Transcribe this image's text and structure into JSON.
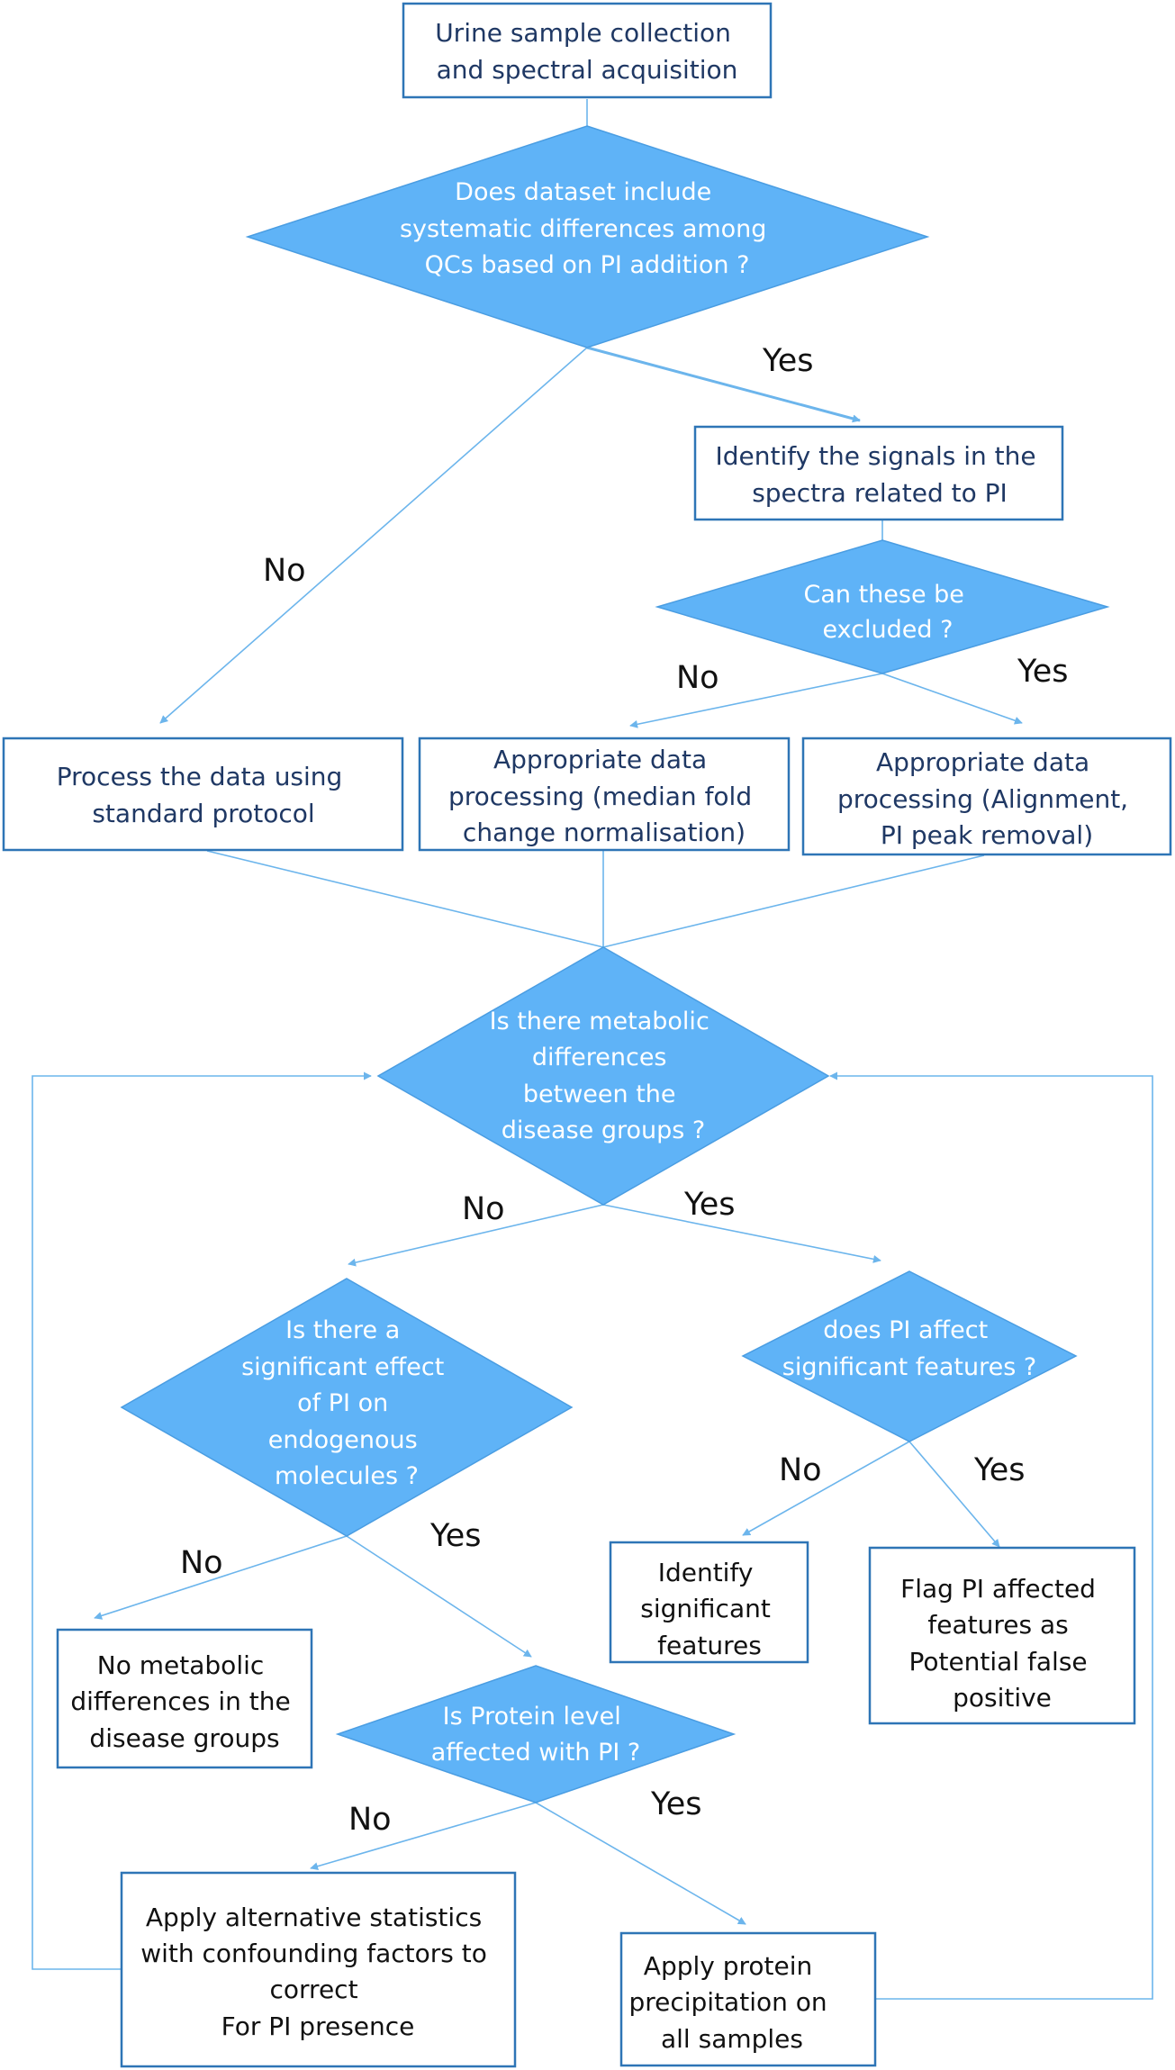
{
  "colors": {
    "box_border": "#2e75b6",
    "box_text": "#1f3864",
    "diamond_fill": "#5fb3f7",
    "connector": "#6cb5ec",
    "label": "#111111"
  },
  "nodes": {
    "start": [
      "Urine sample collection",
      "and spectral acquisition"
    ],
    "q1": [
      "Does dataset include",
      "systematic differences among",
      "QCs based on PI addition ?"
    ],
    "identify_pi": [
      "Identify the signals in the",
      "spectra related to PI"
    ],
    "q2": [
      "Can these be",
      "excluded ?"
    ],
    "standard": [
      "Process the data using",
      "standard protocol"
    ],
    "median_fold": [
      "Appropriate data",
      "processing (median fold",
      "change normalisation)"
    ],
    "alignment": [
      "Appropriate data",
      "processing (Alignment,",
      "PI peak removal)"
    ],
    "q3": [
      "Is there metabolic",
      "differences",
      "between the",
      "disease groups ?"
    ],
    "q4": [
      "Is there a",
      "significant effect",
      "of PI on",
      "endogenous",
      "molecules ?"
    ],
    "q5": [
      "does PI affect",
      "significant features ?"
    ],
    "identify_sig": [
      "Identify",
      "significant",
      "features"
    ],
    "flag": [
      "Flag PI affected",
      "features as",
      "Potential false",
      "positive"
    ],
    "no_diff": [
      "No metabolic",
      "differences in the",
      "disease groups"
    ],
    "q6": [
      "Is Protein level",
      "affected with PI ?"
    ],
    "alt_stats": [
      "Apply alternative statistics",
      "with confounding factors to",
      "correct",
      "For PI presence"
    ],
    "precip": [
      "Apply protein",
      "precipitation on",
      "all samples"
    ]
  },
  "labels": {
    "q1_yes": "Yes",
    "q1_no": "No",
    "q2_no": "No",
    "q2_yes": "Yes",
    "q3_no": "No",
    "q3_yes": "Yes",
    "q5_no": "No",
    "q5_yes": "Yes",
    "q4_no": "No",
    "q4_yes": "Yes",
    "q6_no": "No",
    "q6_yes": "Yes"
  }
}
